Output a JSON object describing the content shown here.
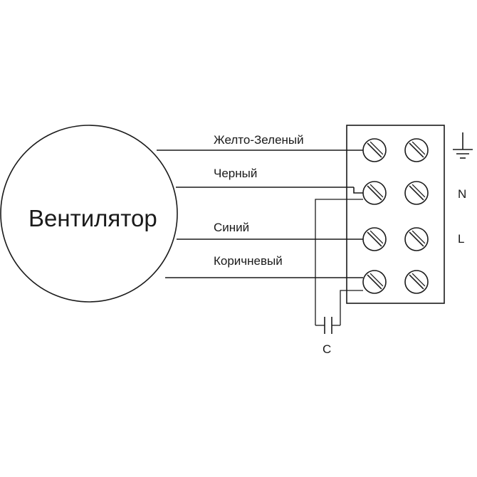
{
  "fan": {
    "label": "Вентилятор"
  },
  "wires": {
    "ground": "Желто-Зеленый",
    "black": "Черный",
    "blue": "Синий",
    "brown": "Коричневый"
  },
  "terminals": {
    "n_label": "N",
    "l_label": "L"
  },
  "capacitor": {
    "label": "C"
  }
}
